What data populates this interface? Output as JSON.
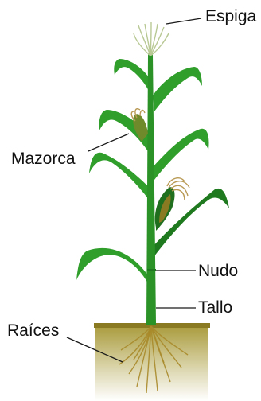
{
  "labels": {
    "tassel": "Espiga",
    "ear": "Mazorca",
    "node": "Nudo",
    "stem": "Tallo",
    "roots": "Raíces"
  },
  "colors": {
    "leaf": "#2f9e2b",
    "leaf_dark": "#1f7a1f",
    "soil_top": "#8a7a22",
    "soil_fade": "#ffffff",
    "roots": "#a98a2a",
    "tassel": "#b9c995",
    "silk": "#b99a55"
  }
}
